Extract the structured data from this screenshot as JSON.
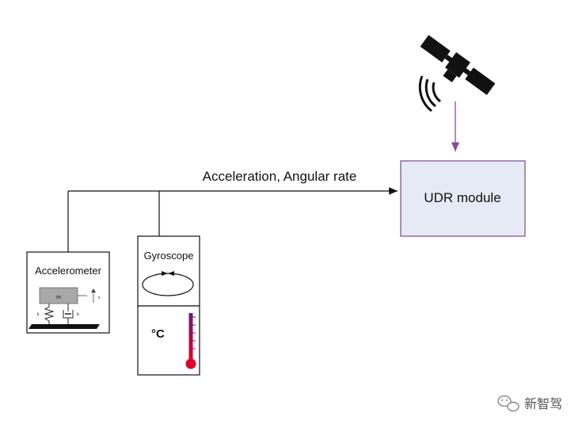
{
  "signal_label": "Acceleration, Angular rate",
  "udr_module": {
    "label": "UDR module",
    "fill": "#e6eaf5",
    "border": "#7a4a8a"
  },
  "accelerometer": {
    "label": "Accelerometer",
    "mass_label": "m",
    "spring_label": "k",
    "damper_label": "b",
    "axis_label": "x"
  },
  "gyroscope": {
    "label": "Gyroscope"
  },
  "temperature": {
    "label": "°C",
    "thermometer_color": "#8a1a6a",
    "bulb_color": "#e0002a"
  },
  "watermark": {
    "text": "新智驾"
  },
  "satellite": {
    "icon": "satellite-icon",
    "arrow_color": "#8a4a9a"
  }
}
